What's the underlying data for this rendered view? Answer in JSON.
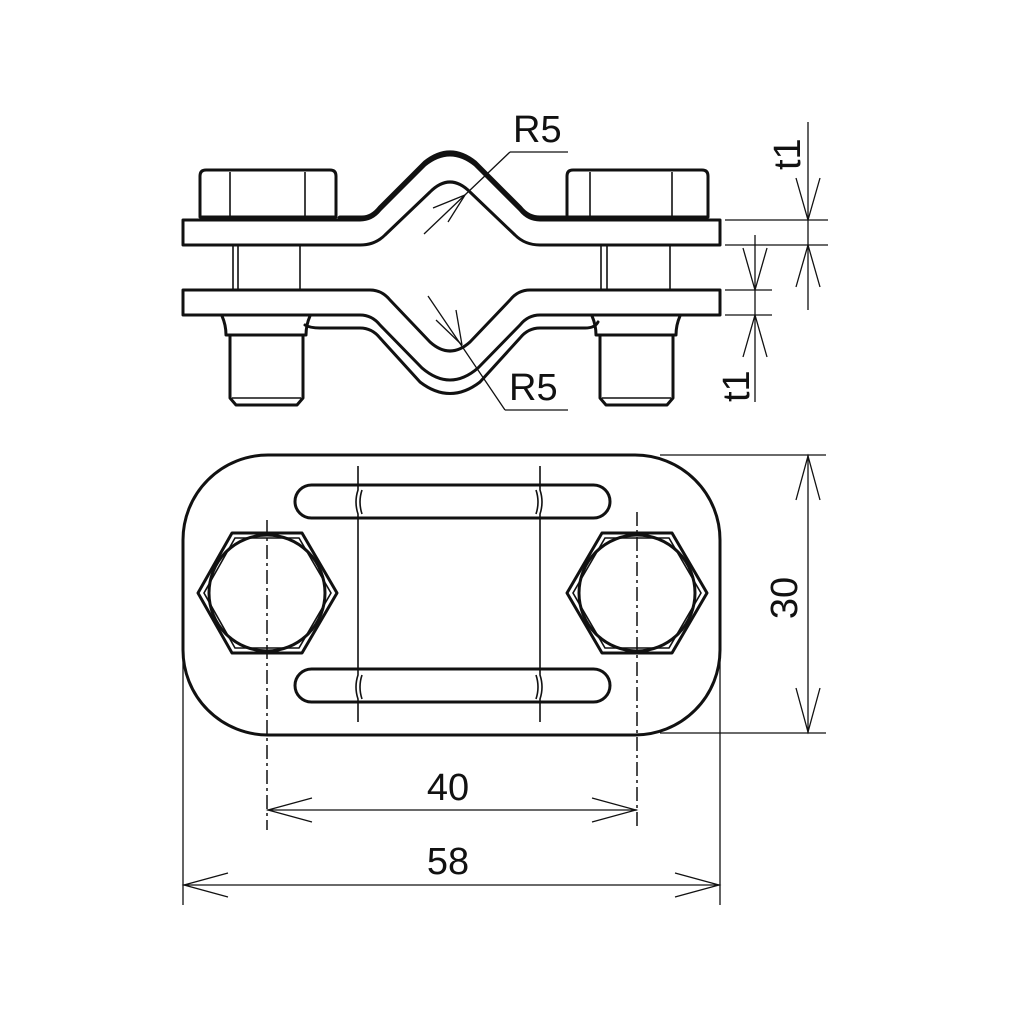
{
  "drawing": {
    "side_view": {
      "radius_top_label": "R5",
      "radius_bottom_label": "R5",
      "thickness_top_label": "t1",
      "thickness_bottom_label": "t1"
    },
    "top_view": {
      "height_label": "30",
      "hole_spacing_label": "40",
      "length_label": "58"
    }
  }
}
